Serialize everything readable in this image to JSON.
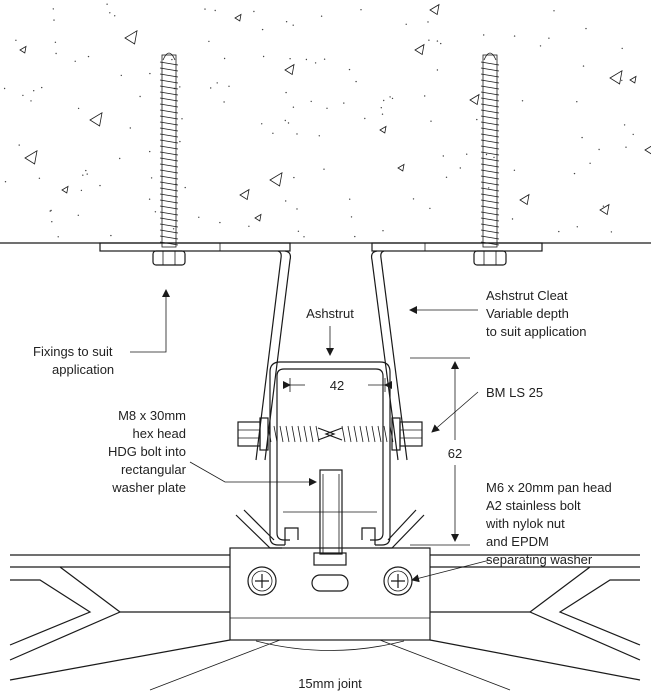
{
  "labels": {
    "ashstrut": "Ashstrut",
    "cleat_1": "Ashstrut Cleat",
    "cleat_2": "Variable depth",
    "cleat_3": "to suit application",
    "fixings_1": "Fixings to suit",
    "fixings_2": "application",
    "bmls": "BM LS 25",
    "bolt_1": "M8 x 30mm",
    "bolt_2": "hex head",
    "bolt_3": "HDG bolt into",
    "bolt_4": "rectangular",
    "bolt_5": "washer plate",
    "pan_1": "M6 x 20mm pan head",
    "pan_2": "A2 stainless bolt",
    "pan_3": "with nylok nut",
    "pan_4": "and EPDM",
    "pan_5": "separating washer",
    "joint": "15mm joint"
  },
  "dimensions": {
    "width": "42",
    "height": "62"
  }
}
